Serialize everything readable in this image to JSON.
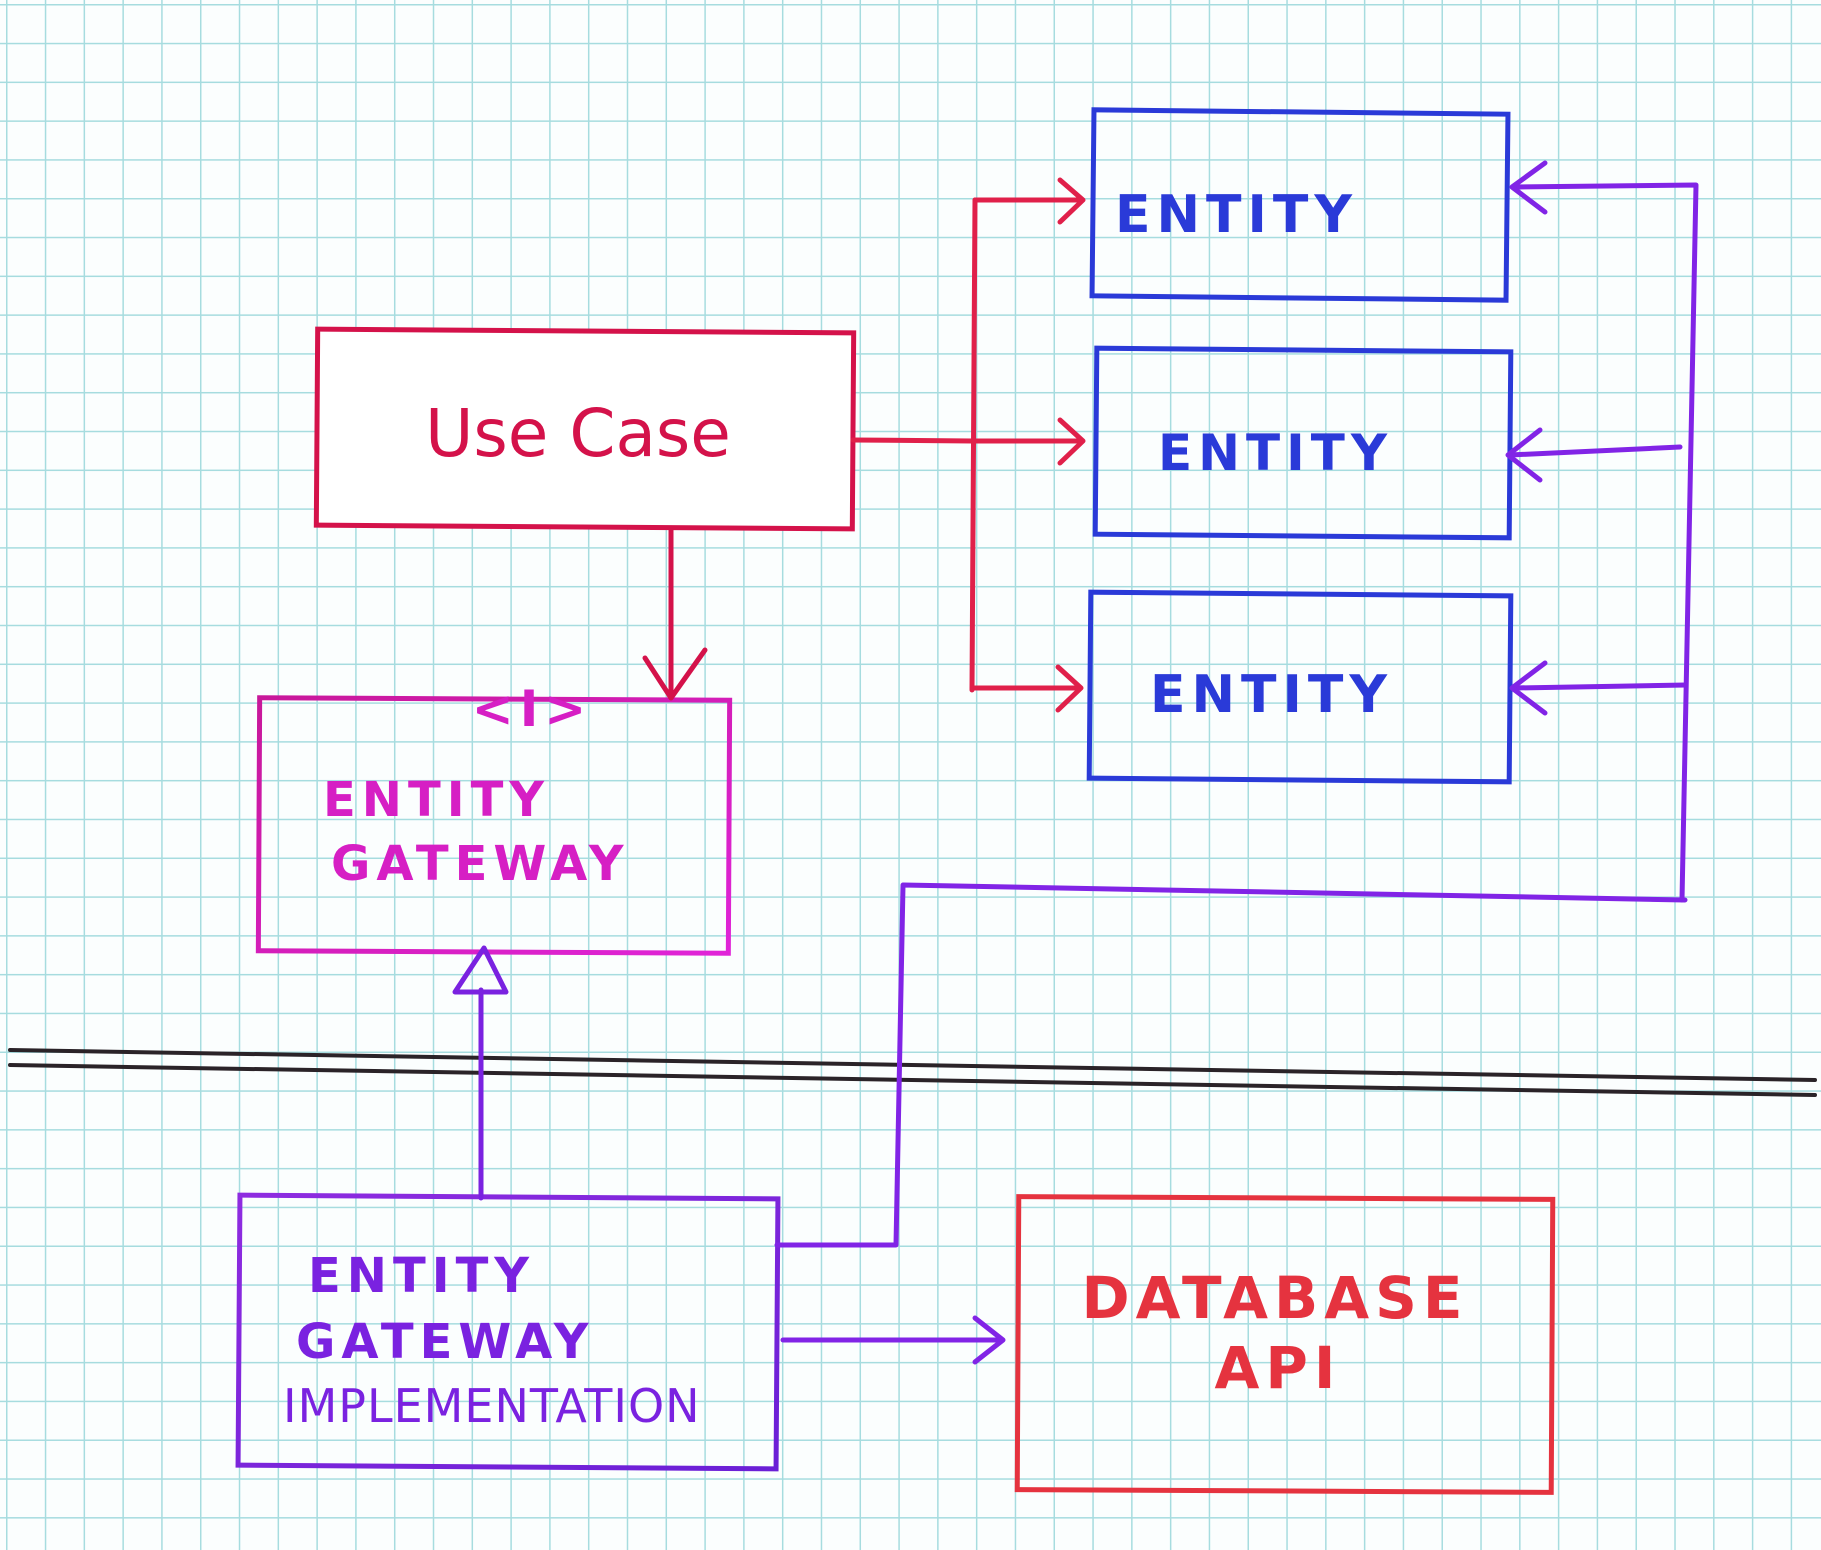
{
  "use_case": {
    "label": "Use Case",
    "color": "#d4124a"
  },
  "entities": [
    {
      "label": "ENTITY",
      "color": "#2a3ad8"
    },
    {
      "label": "ENTITY",
      "color": "#2a3ad8"
    },
    {
      "label": "ENTITY",
      "color": "#2a3ad8"
    }
  ],
  "entity_gateway": {
    "stereotype": "<I>",
    "line1": "ENTITY",
    "line2": "GATEWAY",
    "color": "#d61fc4"
  },
  "gateway_impl": {
    "line1": "ENTITY",
    "line2": "GATEWAY",
    "line3": "IMPLEMENTATION",
    "color": "#7a22e0"
  },
  "database_api": {
    "line1": "DATABASE",
    "line2": "API",
    "color": "#e5333f"
  },
  "colors": {
    "use_case_arrows": "#e0204a",
    "impl_arrows": "#8124e6",
    "boundary_line": "#2a2328",
    "grid": "#a6dcdf",
    "paper": "#fbfefe"
  }
}
